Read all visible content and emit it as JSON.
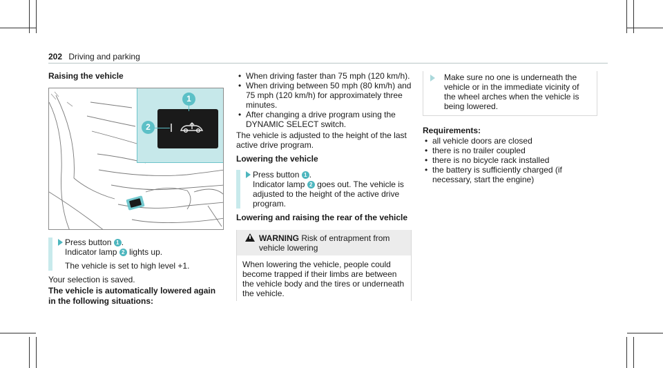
{
  "header": {
    "page_number": "202",
    "section": "Driving and parking"
  },
  "col1": {
    "heading": "Raising the vehicle",
    "figure": {
      "callout_1": "1",
      "callout_2": "2"
    },
    "step_line1_a": "Press button",
    "step_num_1": "1",
    "step_line1_b": ".",
    "step_line2_a": "Indicator lamp",
    "step_num_2": "2",
    "step_line2_b": "lights up.",
    "step_result": "The vehicle is set to high level +1.",
    "saved": "Your selection is saved.",
    "auto_heading": "The vehicle is automatically lowered again in the following situations:"
  },
  "col2": {
    "bullets": [
      "When driving faster than 75 mph (120 km/h).",
      "When driving between 50 mph (80 km/h) and 75 mph (120 km/h) for approximately three minutes.",
      "After changing a drive program using the DYNAMIC SELECT switch."
    ],
    "adjusted_text": "The vehicle is adjusted to the height of the last active drive program.",
    "lowering_heading": "Lowering the vehicle",
    "step_a": "Press button",
    "step_num_1": "1",
    "step_b": ".",
    "step_c": "Indicator lamp",
    "step_num_2": "2",
    "step_d": "goes out. The vehicle is adjusted to the height of the active drive program.",
    "rear_heading": "Lowering and raising the rear of the vehicle",
    "warning_label": "WARNING",
    "warning_title": "Risk of entrapment from vehicle lowering",
    "warning_body": "When lowering the vehicle, people could become trapped if their limbs are between the vehicle body and the tires or underneath the vehicle."
  },
  "col3": {
    "note": "Make sure no one is underneath the vehicle or in the immediate vicinity of the wheel arches when the vehicle is being lowered.",
    "req_heading": "Requirements:",
    "requirements": [
      "all vehicle doors are closed",
      "there is no trailer coupled",
      "there is no bicycle rack installed",
      "the battery is sufficiently charged (if necessary, start the engine)"
    ]
  },
  "colors": {
    "accent": "#4db6be",
    "inset_bg": "#c6e8ea",
    "warning_bg": "#ececec"
  }
}
